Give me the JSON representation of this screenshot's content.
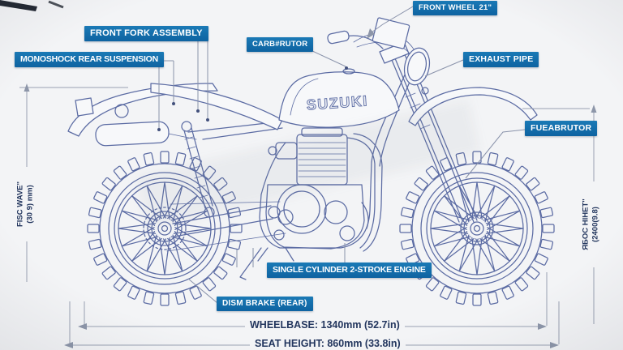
{
  "brand": {
    "tank_logo": "SUZUKI"
  },
  "labels": {
    "front_fork": "FRONT FORK ASSEMBLY",
    "monoshock": "MONOSHOCK REAR SUSPENSION",
    "carburetor": "CARB#RUTOR",
    "front_wheel": "FRONT WHEEL 21\"",
    "exhaust": "EXHAUST PIPE",
    "fuel": "FUEABRUTOR",
    "engine": "SINGLE CYLINDER 2-STROKE ENGINE",
    "rear_brake": "DISM BRAKE (REAR)"
  },
  "dimensions": {
    "wheelbase": "WHEELBASE: 1340mm (52.7in)",
    "seat_height": "SEAT HEIGHT: 860mm (33.8in)",
    "left_vertical_line1": "FISC WAVE\"",
    "left_vertical_line2": "(30 9) mm)",
    "right_vertical_line1": "ЯБОС НІНЕТ\"",
    "right_vertical_line2": "(2400(9.8)"
  },
  "colors": {
    "label_background": "#1470ad",
    "label_text": "#ffffff",
    "line_art": "#5b6ba3",
    "dimension_text": "#23365e",
    "page_background": "#f3f4f6"
  }
}
